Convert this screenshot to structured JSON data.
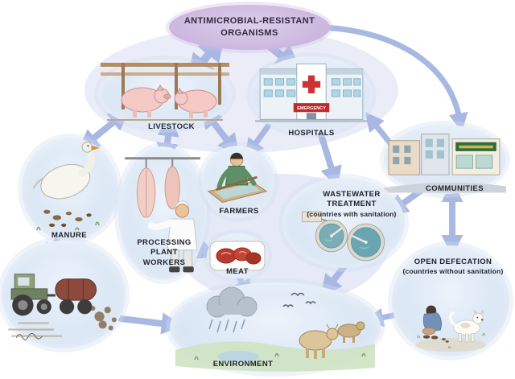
{
  "title": {
    "line1": "ANTIMICROBIAL-RESISTANT",
    "line2": "ORGANISMS"
  },
  "nodes": {
    "livestock": {
      "label": "LIVESTOCK"
    },
    "hospitals": {
      "label": "HOSPITALS",
      "sign": "EMERGENCY"
    },
    "communities": {
      "label": "COMMUNITIES"
    },
    "manure": {
      "label": "MANURE"
    },
    "processing_plant_workers": {
      "label": "PROCESSING PLANT WORKERS"
    },
    "farmers": {
      "label": "FARMERS"
    },
    "meat": {
      "label": "MEAT"
    },
    "wastewater_treatment": {
      "label": "WASTEWATER TREATMENT",
      "sublabel": "(countries with sanitation)"
    },
    "open_defecation": {
      "label": "OPEN DEFECATION",
      "sublabel": "(countries without sanitation)"
    },
    "environment": {
      "label": "ENVIRONMENT"
    }
  },
  "colors": {
    "title_bubble": "#c9b4dc",
    "node_bubble": "#dbe7f5",
    "arrow": "#a9b8e2",
    "label_text": "#22222b",
    "emergency_sign": "#c22a2a"
  },
  "edges": [
    {
      "from": "antimicrobial-resistant-organisms",
      "to": "livestock",
      "bidirectional": true
    },
    {
      "from": "antimicrobial-resistant-organisms",
      "to": "hospitals",
      "bidirectional": false
    },
    {
      "from": "antimicrobial-resistant-organisms",
      "to": "communities",
      "bidirectional": false
    },
    {
      "from": "communities",
      "to": "hospitals",
      "bidirectional": false
    },
    {
      "from": "livestock",
      "to": "manure",
      "bidirectional": true
    },
    {
      "from": "livestock",
      "to": "processing-plant-workers",
      "bidirectional": true
    },
    {
      "from": "livestock",
      "to": "farmers",
      "bidirectional": true
    },
    {
      "from": "hospitals",
      "to": "farmers",
      "bidirectional": false
    },
    {
      "from": "hospitals",
      "to": "wastewater-treatment",
      "bidirectional": false
    },
    {
      "from": "communities",
      "to": "wastewater-treatment",
      "bidirectional": false
    },
    {
      "from": "communities",
      "to": "open-defecation",
      "bidirectional": true
    },
    {
      "from": "wastewater-treatment",
      "to": "environment",
      "bidirectional": false
    },
    {
      "from": "open-defecation",
      "to": "environment",
      "bidirectional": false
    },
    {
      "from": "manure",
      "to": "manure-spreading",
      "bidirectional": false
    },
    {
      "from": "manure-spreading",
      "to": "environment",
      "bidirectional": false
    },
    {
      "from": "processing-plant-workers",
      "to": "meat",
      "bidirectional": false
    },
    {
      "from": "meat",
      "to": "environment",
      "bidirectional": false
    }
  ]
}
